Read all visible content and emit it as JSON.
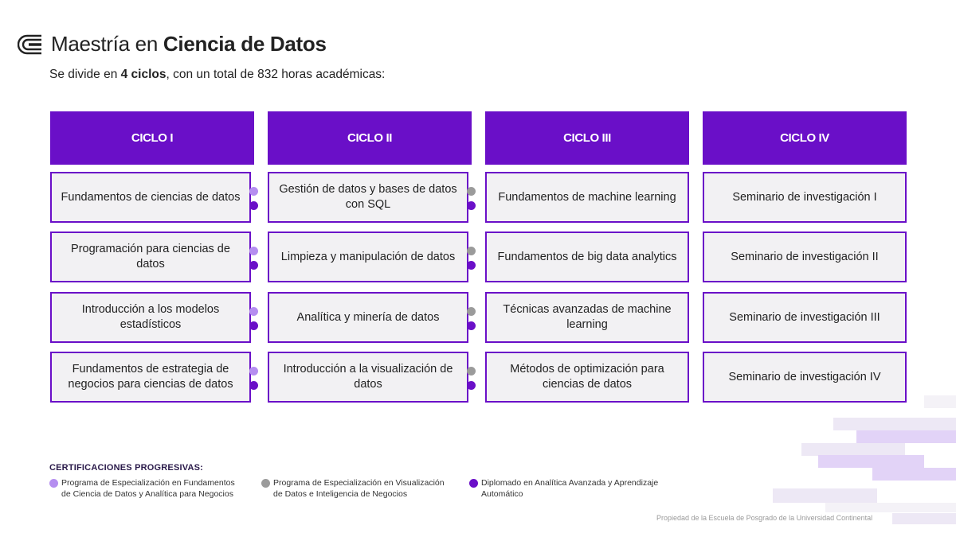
{
  "header": {
    "title_prefix": "Maestría en ",
    "title_bold": "Ciencia de Datos",
    "subtitle_pre": "Se divide en ",
    "subtitle_bold": "4 ciclos",
    "subtitle_post": ", con un total de 832 horas académicas:"
  },
  "cycles": [
    {
      "label": "CICLO I",
      "courses": [
        "Fundamentos de ciencias de datos",
        "Programación para ciencias de datos",
        "Introducción a los modelos estadísticos",
        "Fundamentos de estrategia de negocios para ciencias de datos"
      ]
    },
    {
      "label": "CICLO II",
      "courses": [
        "Gestión de datos y bases de datos con SQL",
        "Limpieza y manipulación de datos",
        "Analítica y minería de datos",
        "Introducción a la visualización de datos"
      ]
    },
    {
      "label": "CICLO III",
      "courses": [
        "Fundamentos de machine learning",
        "Fundamentos de big data analytics",
        "Técnicas avanzadas de machine learning",
        "Métodos de optimización para ciencias de datos"
      ]
    },
    {
      "label": "CICLO IV",
      "courses": [
        "Seminario de investigación I",
        "Seminario de investigación II",
        "Seminario de investigación III",
        "Seminario de investigación IV"
      ]
    }
  ],
  "certifications": {
    "title": "CERTIFICACIONES PROGRESIVAS:",
    "items": [
      {
        "text": "Programa de Especialización en Fundamentos de Ciencia de Datos y Analítica para Negocios",
        "color": "#b58ef0"
      },
      {
        "text": "Programa de Especialización en Visualización de Datos e Inteligencia de Negocios",
        "color": "#9b9b9b"
      },
      {
        "text": "Diplomado en Analítica Avanzada y Aprendizaje Automático",
        "color": "#6a0fc8"
      }
    ]
  },
  "footer": "Propiedad de la Escuela de Posgrado de la Universidad Continental",
  "colors": {
    "accent": "#6a0fc8",
    "light": "#b58ef0",
    "gray": "#9b9b9b"
  }
}
